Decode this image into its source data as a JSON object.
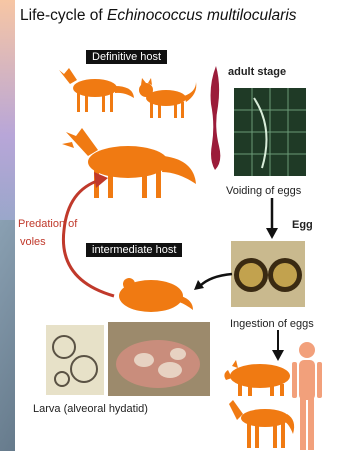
{
  "title": {
    "prefix": "Life-cycle of ",
    "species": "Echinococcus multilocularis"
  },
  "labels": {
    "definitive_host": "Definitive host",
    "adult_stage": "adult stage",
    "voiding_of_eggs": "Voiding of eggs",
    "egg": "Egg",
    "predation_line1": "Predation of",
    "predation_line2": "voles",
    "intermediate_host": "intermediate host",
    "ingestion_of_eggs": "Ingestion of eggs",
    "larva": "Larva (alveoral hydatid)"
  },
  "colors": {
    "animal": "#f07a12",
    "arrow_black": "#111111",
    "arrow_red": "#c0392b",
    "worm": "#9b1c3a",
    "human": "#f2a07b"
  }
}
